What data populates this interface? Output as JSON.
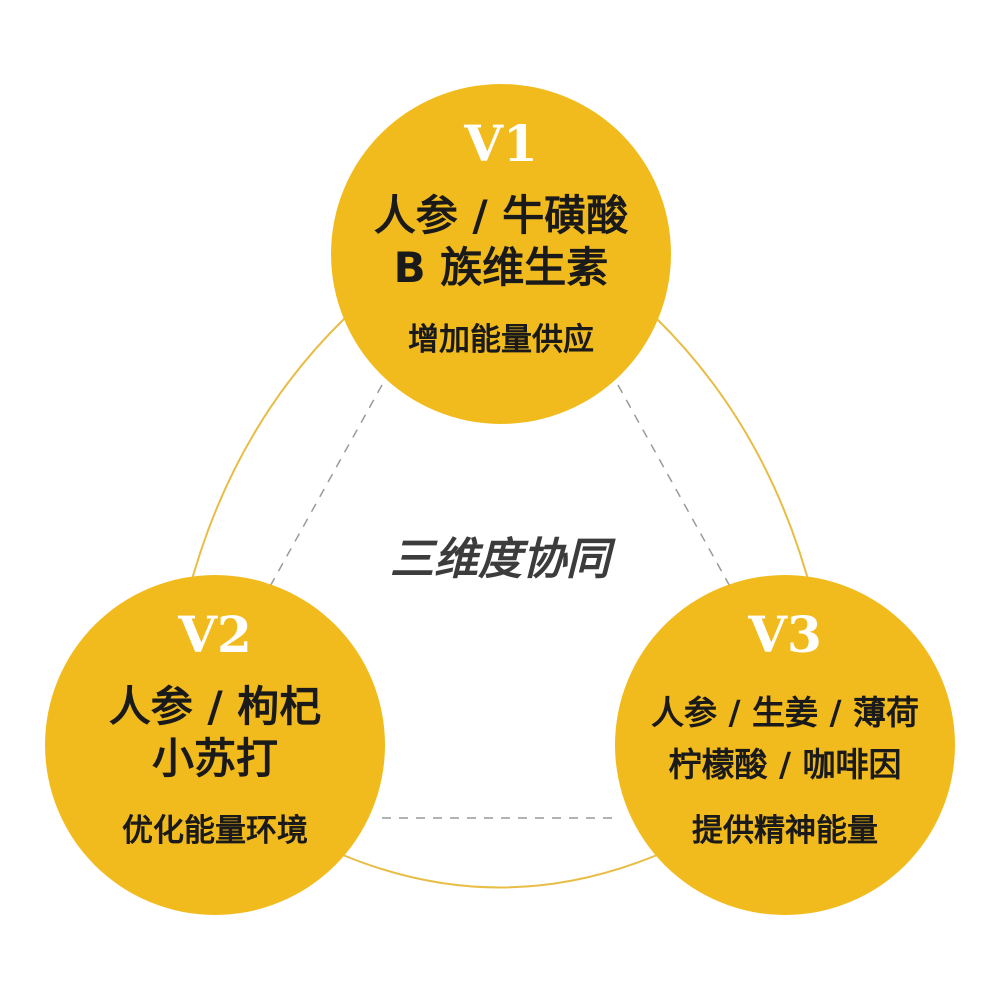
{
  "diagram": {
    "center_label": "三维度协同",
    "colors": {
      "node_fill": "#f2bb1d",
      "outline": "#e8bd45",
      "dashed": "#9a9a9a",
      "version_text": "#ffffff",
      "body_text": "#1a1a1a",
      "center_text": "#3c3c3c"
    },
    "nodes": [
      {
        "version": "V1",
        "ingredients": [
          "人参 / 牛磺酸",
          "B 族维生素"
        ],
        "function": "增加能量供应"
      },
      {
        "version": "V2",
        "ingredients": [
          "人参 / 枸杞",
          "小苏打"
        ],
        "function": "优化能量环境"
      },
      {
        "version": "V3",
        "ingredients": [
          "人参 / 生姜 / 薄荷",
          "柠檬酸 / 咖啡因"
        ],
        "function": "提供精神能量"
      }
    ]
  }
}
